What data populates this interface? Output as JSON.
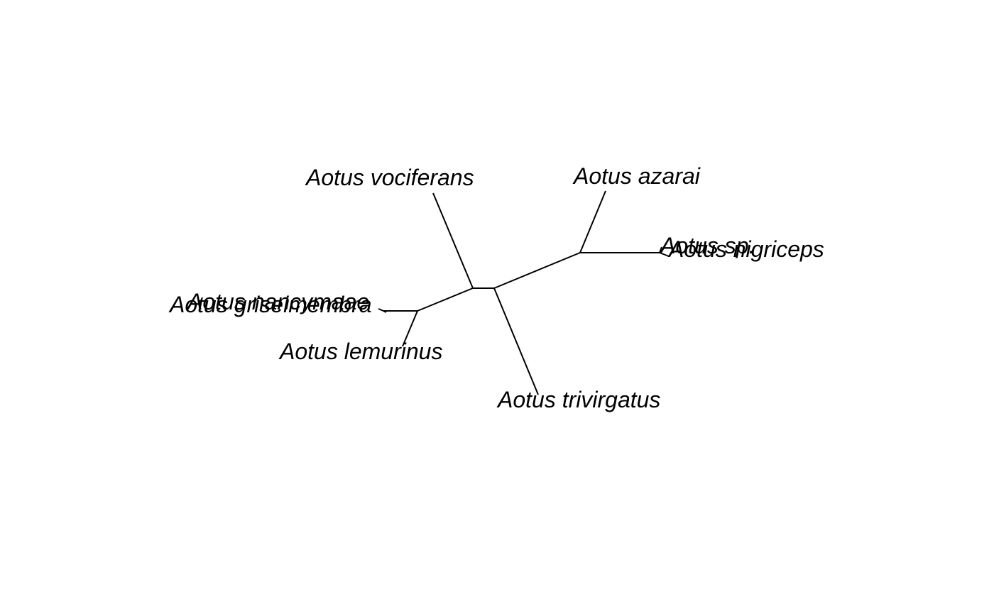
{
  "tree": {
    "type": "unrooted-phylogram",
    "line_color": "#000000",
    "background_color": "#ffffff",
    "tips": {
      "vociferans": "Aotus vociferans",
      "azarai": "Aotus azarai",
      "sp": "Aotus sp.",
      "nigriceps": "Aotus nigriceps",
      "nancymaae": "Aotus nancymaae",
      "griseimembra": "Aotus griseimembra",
      "lemurinus": "Aotus lemurinus",
      "trivirgatus": "Aotus trivirgatus"
    }
  }
}
